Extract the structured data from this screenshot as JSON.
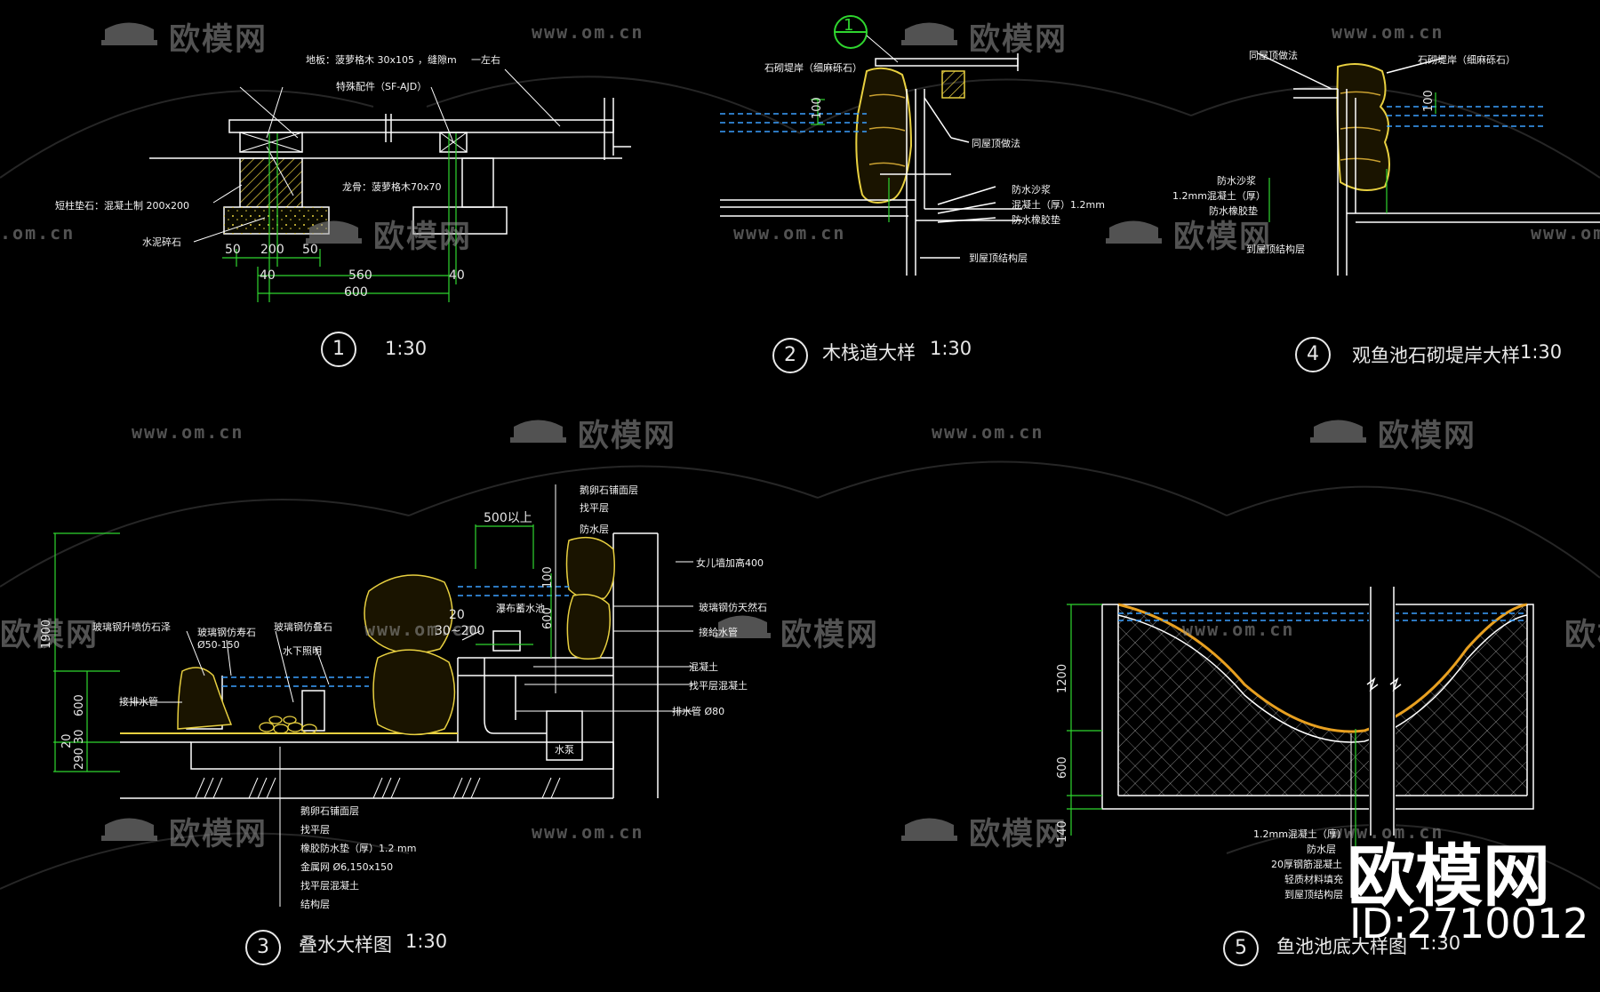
{
  "watermark": {
    "brand_cn": "欧模网",
    "url": "www.om.cn",
    "url_partial": ".om.cn",
    "id_text": "ID:2710012"
  },
  "detail1": {
    "number": "1",
    "scale": "1:30",
    "labels": {
      "deck": "地板：菠萝格木 30x105",
      "gap": "，缝隙m",
      "gap_val": "一左右",
      "fitting": "特殊配件（SF-AJD）",
      "keel": "龙骨：菠萝格木70x70",
      "pier": "短柱垫石：混凝土制 200x200",
      "gravel": "水泥碎石"
    },
    "dims": [
      "50",
      "200",
      "50",
      "40",
      "560",
      "40",
      "600"
    ]
  },
  "detail2": {
    "number": "2",
    "title": "木栈道大样",
    "scale": "1:30",
    "callout": "1",
    "labels": {
      "stone": "石砌堤岸（细麻砾石）",
      "roof": "同屋顶做法",
      "waterproof_mortar": "防水沙浆",
      "concrete": "混凝土（厚）1.2mm",
      "membrane": "防水橡胶垫",
      "structure": "到屋顶结构层"
    },
    "dim_100": "100"
  },
  "detail4": {
    "number": "4",
    "title": "观鱼池石砌堤岸大样",
    "scale": "1:30",
    "labels": {
      "roof": "同屋顶做法",
      "stone": "石砌堤岸（细麻砾石）",
      "waterproof_mortar": "防水沙浆",
      "concrete": "1.2mm混凝土（厚）",
      "membrane": "防水橡胶垫",
      "structure": "到屋顶结构层"
    },
    "dim_100": "100"
  },
  "detail3": {
    "number": "3",
    "title": "叠水大样图",
    "scale": "1:30",
    "labels": {
      "pebble_top": "鹅卵石铺面层",
      "leveling": "找平层",
      "waterproof": "防水层",
      "parapet": "女儿墙加高400",
      "frp_rock": "玻璃钢仿天然石",
      "inlet": "接給水管",
      "concrete": "混凝土",
      "leveling_concrete": "找平层混凝土",
      "drain": "排水管 Ø80",
      "pump": "水泵",
      "frp_spout": "玻璃钢升喷仿石泽",
      "frp_tree": "玻璃钢仿寿石",
      "dia": "Ø50-150",
      "frp_stack": "玻璃钢仿叠石",
      "underwater_light": "水下照明",
      "pool": "瀑布蓄水池",
      "supply": "接排水管",
      "b_pebble": "鹅卵石铺面层",
      "b_leveling": "找平层",
      "b_membrane": "橡胶防水垫（厚）1.2  mm",
      "b_mesh": "金属网  Ø6,150x150",
      "b_leveling_concrete": "找平层混凝土",
      "b_structure": "结构层"
    },
    "dims": {
      "d500": "500以上",
      "d100": "100",
      "d600a": "600",
      "d20": "20",
      "d30_200": "30~200",
      "d1900": "1900",
      "d600b": "600",
      "d20b": "20",
      "d290_30": "290 30"
    }
  },
  "detail5": {
    "number": "5",
    "title": "鱼池池底大样图",
    "scale": "1:30",
    "labels": {
      "concrete": "1.2mm混凝土（厚）",
      "waterproof": "防水层",
      "rebar_concrete": "20厚钢筋混凝土",
      "lightweight_fill": "轻质材料填充",
      "structure": "到屋顶结构层"
    },
    "dims": {
      "d1200": "1200",
      "d600": "600",
      "d140": "140"
    }
  }
}
